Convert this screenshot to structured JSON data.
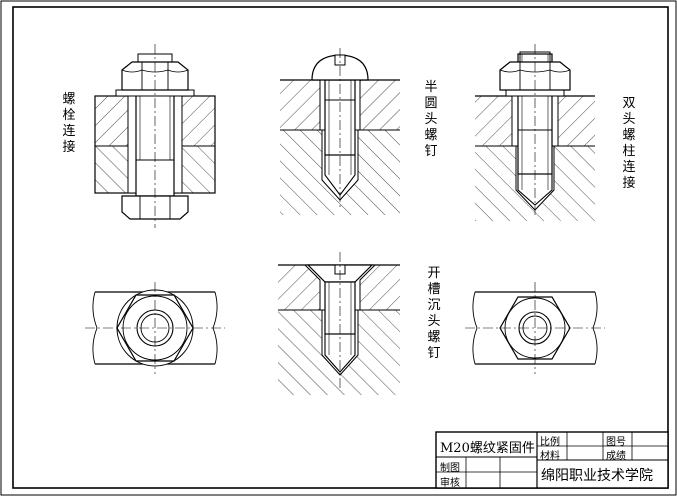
{
  "views": {
    "bolt_connection": {
      "label": "螺栓连接"
    },
    "round_head_screw": {
      "label": "半圆头螺钉"
    },
    "stud_connection": {
      "label": "双头螺柱连接"
    },
    "countersunk_screw": {
      "label": "开槽沉头螺钉"
    }
  },
  "title_block": {
    "drawing_title": "M20螺纹紧固件",
    "scale_label": "比例",
    "material_label": "材料",
    "drawing_no_label": "图号",
    "grade_label": "成绩",
    "drawn_by_label": "制图",
    "checked_by_label": "审核",
    "school": "绵阳职业技术学院"
  }
}
